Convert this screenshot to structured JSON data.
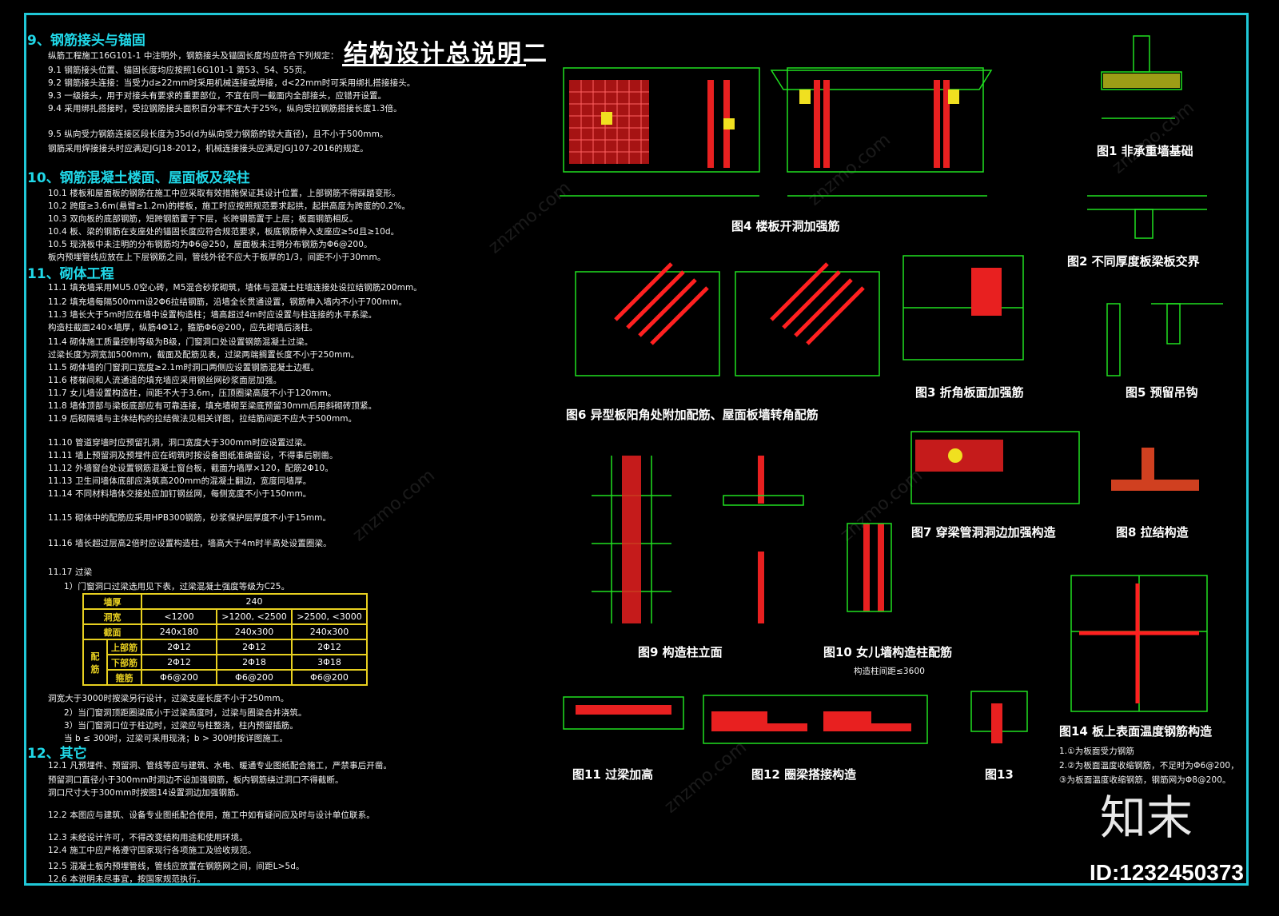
{
  "title": "结构设计总说明二",
  "sections": {
    "s9": "9、钢筋接头与锚固",
    "s10": "10、钢筋混凝土楼面、屋面板及梁柱",
    "s11": "11、砌体工程",
    "s12": "12、其它"
  },
  "lines": {
    "l9_0": "纵筋工程施工16G101-1 中注明外，钢筋接头及锚固长度均应符合下列规定：",
    "l9_1": "9.1  钢筋接头位置、锚固长度均应按照16G101-1  第53、54、55页。",
    "l9_2": "9.2  钢筋接头连接：当受力d≥22mm时采用机械连接或焊接，d<22mm时可采用绑扎搭接接头。",
    "l9_3": "9.3  一级接头，用于对接头有要求的重要部位，不宜在同一截面内全部接头，应错开设置。",
    "l9_4": "9.4  采用绑扎搭接时，受拉钢筋接头面积百分率不宜大于25%，纵向受拉钢筋搭接长度1.3倍。",
    "l9_5": "9.5  纵向受力钢筋连接区段长度为35d(d为纵向受力钢筋的较大直径)，且不小于500mm。",
    "l9_6": "      钢筋采用焊接接头时应满足JGJ18-2012，机械连接接头应满足JGJ107-2016的规定。",
    "l10_1": "10.1  楼板和屋面板的钢筋在施工中应采取有效措施保证其设计位置，上部钢筋不得踩踏变形。",
    "l10_2": "10.2  跨度≥3.6m(悬臂≥1.2m)的楼板，施工时应按照规范要求起拱，起拱高度为跨度的0.2%。",
    "l10_3": "10.3  双向板的底部钢筋，短跨钢筋置于下层，长跨钢筋置于上层；板面钢筋相反。",
    "l10_4": "10.4  板、梁的钢筋在支座处的锚固长度应符合规范要求，板底钢筋伸入支座应≥5d且≥10d。",
    "l10_5": "10.5  现浇板中未注明的分布钢筋均为Φ6@250，屋面板未注明分布钢筋为Φ6@200。",
    "l10_6": "      板内预埋管线应放在上下层钢筋之间，管线外径不应大于板厚的1/3，间距不小于30mm。",
    "l11_1": "11.1  填充墙采用MU5.0空心砖，M5混合砂浆砌筑，墙体与混凝土柱墙连接处设拉结钢筋200mm。",
    "l11_2": "11.2  填充墙每隔500mm设2Φ6拉结钢筋，沿墙全长贯通设置，钢筋伸入墙内不小于700mm。",
    "l11_3": "11.3  墙长大于5m时应在墙中设置构造柱；墙高超过4m时应设置与柱连接的水平系梁。",
    "l11_3b": "       构造柱截面240×墙厚，纵筋4Φ12，箍筋Φ6@200，应先砌墙后浇柱。",
    "l11_4": "11.4  砌体施工质量控制等级为B级，门窗洞口处设置钢筋混凝土过梁。",
    "l11_4b": "       过梁长度为洞宽加500mm，截面及配筋见表，过梁两端搁置长度不小于250mm。",
    "l11_5": "11.5  砌体墙的门窗洞口宽度≥2.1m时洞口两侧应设置钢筋混凝土边框。",
    "l11_6": "11.6  楼梯间和人流通道的填充墙应采用钢丝网砂浆面层加强。",
    "l11_7": "11.7  女儿墙设置构造柱，间距不大于3.6m，压顶圈梁高度不小于120mm。",
    "l11_8": "11.8  墙体顶部与梁板底部应有可靠连接，填充墙砌至梁底预留30mm后用斜砌砖顶紧。",
    "l11_9": "11.9  后砌隔墙与主体结构的拉结做法见相关详图，拉结筋间距不应大于500mm。",
    "l11_10": "11.10  管道穿墙时应预留孔洞，洞口宽度大于300mm时应设置过梁。",
    "l11_11": "11.11  墙上预留洞及预埋件应在砌筑时按设备图纸准确留设，不得事后剔凿。",
    "l11_12": "11.12  外墙窗台处设置钢筋混凝土窗台板，截面为墙厚×120，配筋2Φ10。",
    "l11_13": "11.13  卫生间墙体底部应浇筑高200mm的混凝土翻边，宽度同墙厚。",
    "l11_14": "11.14  不同材料墙体交接处应加钉钢丝网，每侧宽度不小于150mm。",
    "l11_15": "11.15  砌体中的配筋应采用HPB300钢筋，砂浆保护层厚度不小于15mm。",
    "l11_16": "11.16  墙长超过层高2倍时应设置构造柱，墙高大于4m时半高处设置圈梁。",
    "l11_17": "11.17  过梁",
    "l11_17a": "  1）门窗洞口过梁选用见下表，过梁混凝土强度等级为C25。",
    "l11_17b": "       洞宽大于3000时按梁另行设计，过梁支座长度不小于250mm。",
    "l11_17c": "  2）当门窗洞顶距圈梁底小于过梁高度时，过梁与圈梁合并浇筑。",
    "l11_17d": "  3）当门窗洞口位于柱边时，过梁应与柱整浇，柱内预留插筋。",
    "l11_17e": "       当 b ≤ 300时，过梁可采用现浇；b > 300时按详图施工。",
    "l12_1": "12.1  凡预埋件、预留洞、管线等应与建筑、水电、暖通专业图纸配合施工，严禁事后开凿。",
    "l12_1b": "       预留洞口直径小于300mm时洞边不设加强钢筋，板内钢筋绕过洞口不得截断。",
    "l12_1c": "       洞口尺寸大于300mm时按图14设置洞边加强钢筋。",
    "l12_2": "12.2  本图应与建筑、设备专业图纸配合使用，施工中如有疑问应及时与设计单位联系。",
    "l12_3": "12.3  未经设计许可，不得改变结构用途和使用环境。",
    "l12_4": "12.4  施工中应严格遵守国家现行各项施工及验收规范。",
    "l12_5": "12.5  混凝土板内预埋管线，管线应放置在钢筋网之间，间距L>5d。",
    "l12_6": "12.6  本说明未尽事宜，按国家规范执行。"
  },
  "spec_table": {
    "c_type": "墙厚",
    "c_240": "240",
    "c_width": "洞宽",
    "w1": "<1200",
    "w2": ">1200, <2500",
    "w3": ">2500, <3000",
    "c_size": "截面",
    "s1": "240x180",
    "s2": "240x300",
    "s3": "240x300",
    "c_rebar": "配筋",
    "c_top": "上部筋",
    "t1": "2Φ12",
    "t2": "2Φ12",
    "t3": "2Φ12",
    "c_bot": "下部筋",
    "b1": "2Φ12",
    "b2": "2Φ18",
    "b3": "3Φ18",
    "c_stir": "箍筋",
    "st1": "Φ6@200",
    "st2": "Φ6@200",
    "st3": "Φ6@200"
  },
  "captions": {
    "fig1": "图1 非承重墙基础",
    "fig2": "图2 不同厚度板梁板交界",
    "fig3": "图3 折角板面加强筋",
    "fig4": "图4 楼板开洞加强筋",
    "fig5": "图5 预留吊钩",
    "fig6": "图6 异型板阳角处附加配筋、屋面板墙转角配筋",
    "fig7": "图7 穿梁管洞洞边加强构造",
    "fig8": "图8 拉结构造",
    "fig9": "图9 构造柱立面",
    "fig10": "图10 女儿墙构造柱配筋",
    "fig10b": "构造柱间距≤3600",
    "fig11": "图11 过梁加高",
    "fig12": "图12 圈梁搭接构造",
    "fig13": "图13",
    "fig14": "图14 板上表面温度钢筋构造"
  },
  "notes14": {
    "n1": "1.①为板面受力钢筋",
    "n2": "2.②为板面温度收缩钢筋，不足时为Φ6@200，",
    "n3": "  ③为板面温度收缩钢筋，钢筋网为Φ8@200。"
  },
  "brand": "知末",
  "id": "ID:1232450373",
  "watermark": "znzmo.com",
  "colors": {
    "frame": "#20c8d8",
    "section": "#20d8e8",
    "rebar": "#ff2020",
    "dimension": "#20e020",
    "table": "#e8d020"
  }
}
